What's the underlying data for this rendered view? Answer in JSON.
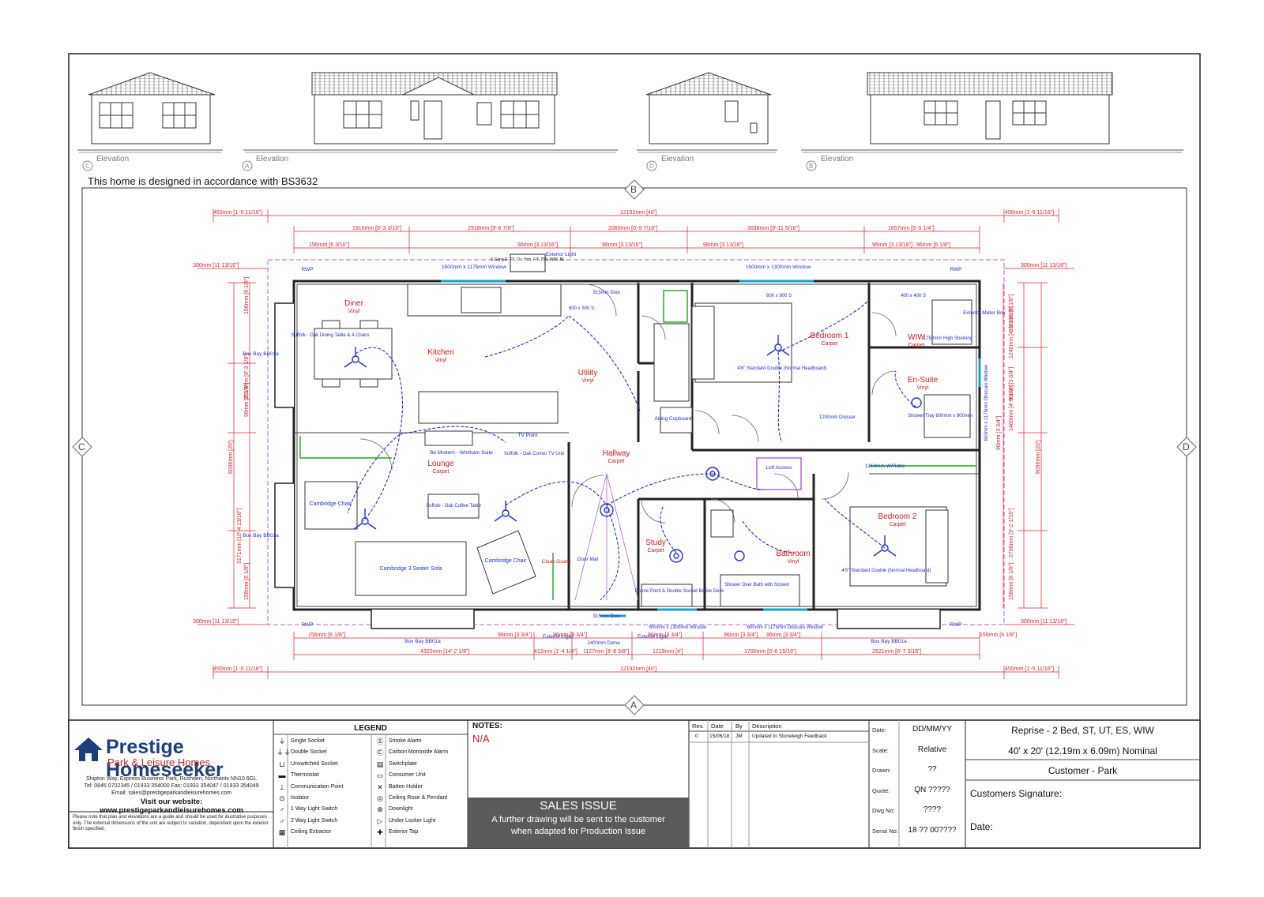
{
  "elevations": [
    {
      "id": "C",
      "label": "Elevation"
    },
    {
      "id": "A",
      "label": "Elevation"
    },
    {
      "id": "D",
      "label": "Elevation"
    },
    {
      "id": "B",
      "label": "Elevation"
    }
  ],
  "compliance_note": "This home is designed in accordance with BS3632",
  "section_markers": {
    "top": "B",
    "bottom": "A",
    "left": "C",
    "right": "D"
  },
  "dims": {
    "top_overall": "12192mm [40']",
    "top_margin_left": "450mm [1'-5 11/16\"]",
    "top_margin_right": "450mm [1'-5 11/16\"]",
    "top_row2": [
      "1910mm [6'-3 3/16\"]",
      "2918mm [9'-6 7/8\"]",
      "2060mm [6'-9 7/16\"]",
      "3038mm [9'-11 5/16\"]",
      "1657mm [5'-5 1/4\"]"
    ],
    "top_row3": [
      "156mm [6 3/16\"]",
      "96mm [3 13/16\"]",
      "96mm [3 13/16\"]",
      "96mm [3 13/16\"]",
      "96mm [3 13/16\"]",
      "96mm [6 1/8\"]"
    ],
    "left_top": "300mm [11 13/16\"]",
    "left_bottom": "300mm [11 13/16\"]",
    "right_top": "300mm [11 13/16\"]",
    "right_bottom": "300mm [11 13/16\"]",
    "left_overall": "6096mm [20']",
    "right_overall": "6096mm [20']",
    "left_segs": [
      "156mm [6 1/8\"]",
      "2517mm [8'-3 1/8\"]",
      "96mm [3 3/4\"]",
      "3171mm [10'-4 13/16\"]",
      "156mm [6 1/8\"]"
    ],
    "right_segs": [
      "156mm [6 1/8\"]",
      "1240mm [4'-0 13/16\"]",
      "96mm [3 3/4\"]",
      "1460mm [4'-9 1/2\"]",
      "96mm [3 3/4\"]",
      "2796mm [9'-2 1/16\"]",
      "156mm [6 1/8\"]"
    ],
    "bottom_row1": [
      "156mm [6 1/8\"]",
      "96mm [3 3/4\"]",
      "96mm [3 3/4\"]",
      "96mm [3 3/4\"]",
      "96mm [3 3/4\"]",
      "96mm [3 3/4\"]",
      "156mm [6 1/8\"]"
    ],
    "bottom_row2": [
      "4320mm [14'-2 1/8\"]",
      "412mm [1'-4 1/4\"]",
      "1127mm [3'-8 3/8\"]",
      "1219mm [4']",
      "1700mm [5'-6 15/16\"]",
      "2621mm [8'-7 3/16\"]"
    ],
    "bottom_overall": "12192mm [40']",
    "bottom_margin_left": "450mm [1'-5 11/16\"]",
    "bottom_margin_right": "450mm [1'-5 11/16\"]"
  },
  "rooms": [
    {
      "name": "Diner",
      "finish": "Vinyl"
    },
    {
      "name": "Kitchen",
      "finish": "Vinyl"
    },
    {
      "name": "Utility",
      "finish": "Vinyl"
    },
    {
      "name": "Lounge",
      "finish": "Carpet"
    },
    {
      "name": "Hallway",
      "finish": "Carpet"
    },
    {
      "name": "Study",
      "finish": "Carpet"
    },
    {
      "name": "Bathroom",
      "finish": "Vinyl"
    },
    {
      "name": "Bedroom 1",
      "finish": "Carpet"
    },
    {
      "name": "WIW",
      "finish": "Carpet"
    },
    {
      "name": "En-Suite",
      "finish": "Vinyl"
    },
    {
      "name": "Bedroom 2",
      "finish": "Carpet"
    }
  ],
  "labels": {
    "rwp": "RWP",
    "window_top1": "1500mm x 1175mm Window",
    "window_top2": "1500mm x 1300mm Window",
    "gang_box": "6 Gang E, FS, Ov, Hob, F/F, DW, W/M, BL",
    "ext_light": "Exterior Light",
    "meter_box": "Exterior Meter Box",
    "box_bay": "Box Bay BB01a",
    "dining_table": "Suffolk - Oak Dining Table & 4 Chairs",
    "corner_tv": "Suffolk - Oak Corner TV Unit",
    "suite": "Be Modern - Whitham Suite",
    "coffee": "Suffolk - Oak Coffee Table",
    "sofa": "Cambridge 3 Seater Sofa",
    "chair1": "Cambridge Chair",
    "chair2": "Cambridge Chair",
    "bed1": "4'6\" Standard Double (Normal Headboard)",
    "bed2": "4'6\" Standard Double (Normal Headboard)",
    "shelving": "1750mm High Shelving",
    "wrobe": "1219mm W/Robe",
    "loft": "Loft Access",
    "airing": "Airing Cupboard",
    "shower_tray": "Shower Tray 800mm x 800mm",
    "shower_bath": "Shower Over Bath with Screen",
    "phone": "Phone Point & Double Socket Below Desk",
    "door_mat": "Door Mat",
    "cloak": "Cloak Guard",
    "tv_point": "TV Point",
    "obscure1": "600mm x 1175mm Obscure Window",
    "obscure2": "600mm x 1175mm Obscure Window",
    "window_b1": "600mm x 1300mm Window",
    "door_main": "915mm Door",
    "door_bottom": "915mm Door",
    "fr_doors": "2400mm Doma",
    "dresser": "1200mm Dresser",
    "fan_size": "600 x 900 S",
    "fan_size2": "400 x 400 S",
    "fan_size3": "600 x 500 S"
  },
  "title_block": {
    "brand": "Prestige Homeseeker",
    "sub": "Park & Leisure Homes",
    "address": "Shipton Way, Express Business Park, Rushden, Northants NN10 6GL",
    "tel": "Tel: 0845 0702345 / 01933 354000   Fax: 01933 354047 / 01933 354049",
    "email": "Email: sales@prestigeparkandleisurehomes.com",
    "website": "Visit our website: www.prestigeparkandleisurehomes.com",
    "disclaimer": "Please note that plan and elevations are a guide and should be used for illustrative purposes only. The external dimensions of the unit are subject to variation, dependant upon the exterior finish specified.",
    "legend_title": "LEGEND",
    "legend_left": [
      "Single Socket",
      "Double Socket",
      "Unswitched Socket",
      "Thermostat",
      "Communication Point",
      "Isolator",
      "1 Way Light Switch",
      "2 Way Light Switch",
      "Ceiling Extractor"
    ],
    "legend_right": [
      "Smoke Alarm",
      "Carbon Monoxide Alarm",
      "Switchplate",
      "Consumer Unit",
      "Batten Holder",
      "Ceiling Rose & Pendant",
      "Downlight",
      "Under Locker Light",
      "Exterior Tap"
    ],
    "notes_title": "NOTES:",
    "notes_value": "N/A",
    "sales_issue": "SALES ISSUE",
    "sales_line1": "A further drawing will be sent to the customer",
    "sales_line2": "when adapted for Production Issue",
    "rev_headers": [
      "Rev.",
      "Date",
      "By",
      "Description"
    ],
    "rev_row": [
      "0",
      "15/06/18",
      "JM",
      "Updated to Stoneleigh Feedback"
    ],
    "meta": [
      {
        "label": "Date:",
        "value": "DD/MM/YY"
      },
      {
        "label": "Scale:",
        "value": "Relative"
      },
      {
        "label": "Drawn:",
        "value": "??"
      },
      {
        "label": "Quote:",
        "value": "QN ?????"
      },
      {
        "label": "Dwg No:",
        "value": "????"
      },
      {
        "label": "Serial No:",
        "value": "18 ?? 00????"
      }
    ],
    "model": "Reprise - 2 Bed, ST, UT, ES, WIW",
    "size": "40' x 20' (12.19m x 6.09m) Nominal",
    "customer": "Customer - Park",
    "signature": "Customers Signature:",
    "date_line": "Date:"
  },
  "colors": {
    "dimension": "#e0202a",
    "electrical": "#1f2fd0",
    "wall": "#222222",
    "window": "#1aa0c0",
    "boundary": "#b560e0",
    "green": "#1aa51a",
    "brand": "#1b3f7d"
  }
}
